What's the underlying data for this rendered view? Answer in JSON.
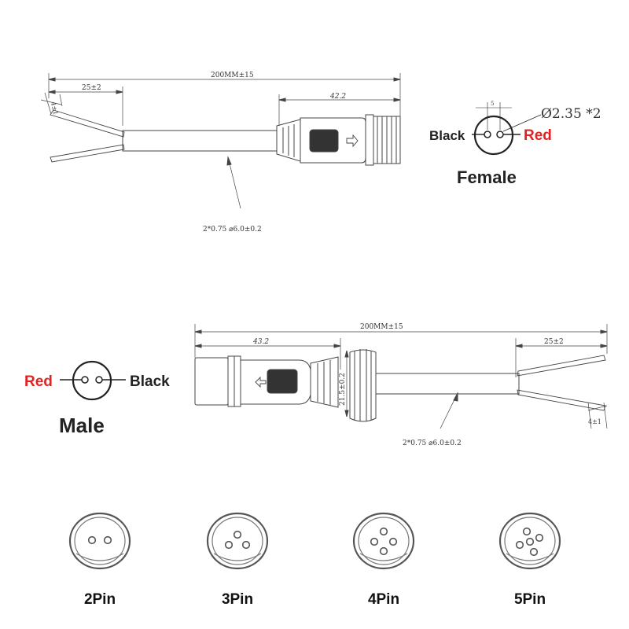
{
  "female_drawing": {
    "total_length": "200MM±15",
    "strip_length": "25±2",
    "tip_length": "4±1",
    "body_length": "42.2",
    "cable_spec": "2*0.75 ⌀6.0±0.2"
  },
  "female_face": {
    "pin_spacing": "5",
    "pin_dia": "Ø2.35 *2",
    "left_wire": "Black",
    "right_wire": "Red",
    "title": "Female"
  },
  "male_drawing": {
    "total_length": "200MM±15",
    "strip_length": "25±2",
    "tip_length": "4±1",
    "body_length": "43.2",
    "nut_diameter": "21.5±0.2",
    "cable_spec": "2*0.75 ⌀6.0±0.2"
  },
  "male_face": {
    "left_wire": "Red",
    "right_wire": "Black",
    "title": "Male"
  },
  "pin_variants": [
    "2Pin",
    "3Pin",
    "4Pin",
    "5Pin"
  ],
  "colors": {
    "red": "#e32222",
    "line": "#333333"
  }
}
